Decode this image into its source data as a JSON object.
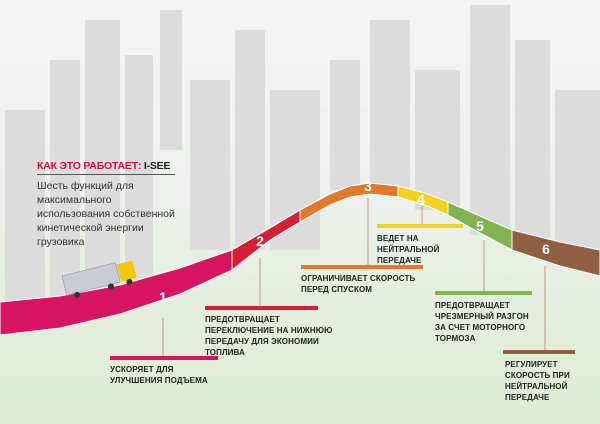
{
  "header": {
    "title_prefix": "КАК ЭТО РАБОТАЕТ:",
    "title_brand": "I-SEE",
    "subtitle": "Шесть функций для максимального использования собственной кинетической энергии грузовика"
  },
  "colors": {
    "s1": "#d6145f",
    "s2": "#d41f35",
    "s3": "#e0782e",
    "s4": "#f2d21c",
    "s5": "#7fb451",
    "s6": "#8f5e43"
  },
  "steps": [
    {
      "num": "1",
      "text": "УСКОРЯЕТ ДЛЯ УЛУЧШЕНИЯ ПОДЪЕМА"
    },
    {
      "num": "2",
      "text": "ПРЕДОТВРАЩАЕТ ПЕРЕКЛЮЧЕНИЕ НА НИЖНЮЮ ПЕРЕДАЧУ ДЛЯ ЭКОНОМИИ ТОПЛИВА"
    },
    {
      "num": "3",
      "text": "ОГРАНИЧИВАЕТ СКОРОСТЬ ПЕРЕД СПУСКОМ"
    },
    {
      "num": "4",
      "text": "ВЕДЕТ НА НЕЙТРАЛЬНОЙ ПЕРЕДАЧЕ"
    },
    {
      "num": "5",
      "text": "ПРЕДОТВРАЩАЕТ ЧРЕЗМЕРНЫЙ РАЗГОН ЗА СЧЕТ МОТОРНОГО ТОРМОЗА"
    },
    {
      "num": "6",
      "text": "РЕГУЛИРУЕТ СКОРОСТЬ ПРИ НЕЙТРАЛЬНОЙ ПЕРЕДАЧЕ"
    }
  ]
}
